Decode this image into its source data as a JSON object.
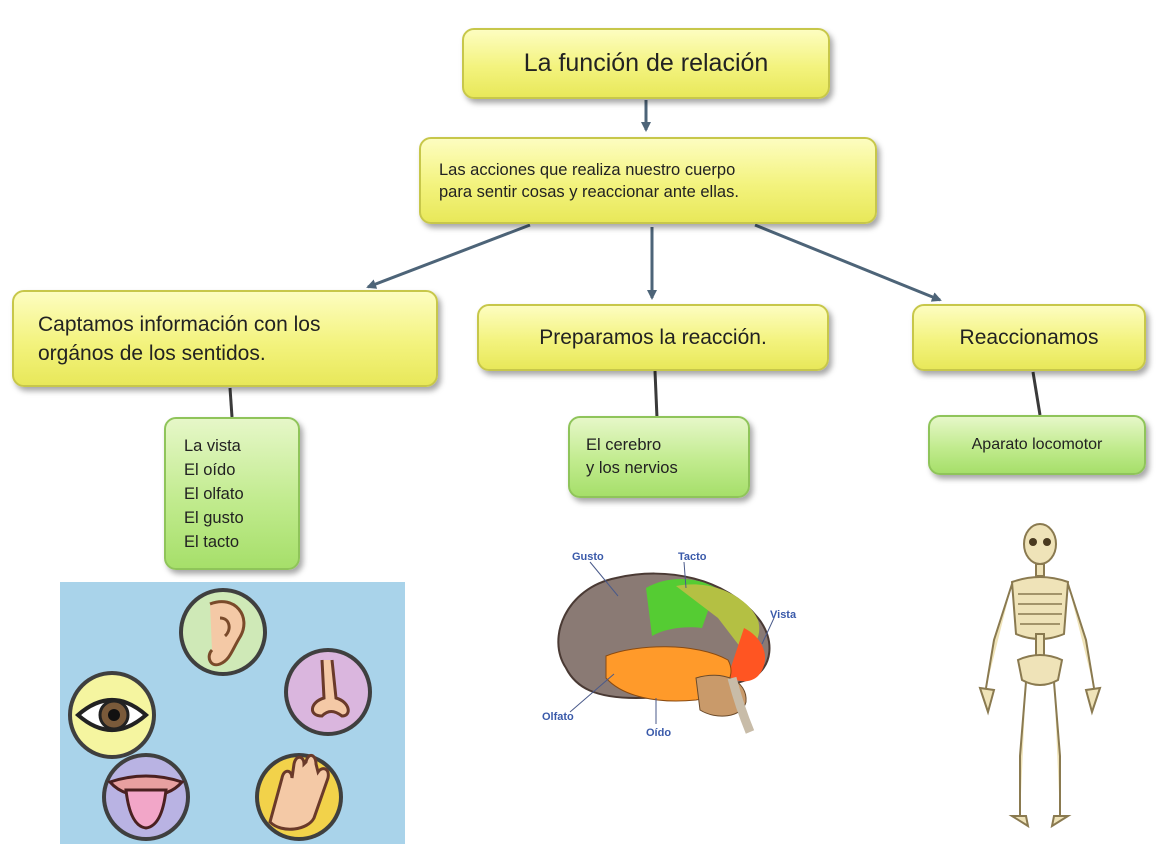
{
  "title": "La función de relación",
  "definition": "Las acciones que realiza nuestro cuerpo\npara sentir cosas y reaccionar ante ellas.",
  "branches": [
    {
      "label": "Captamos información con los\norgános de los sentidos.",
      "detail": "La vista\nEl oído\nEl olfato\nEl gusto\nEl tacto"
    },
    {
      "label": "Preparamos la reacción.",
      "detail": "El cerebro\n y los nervios"
    },
    {
      "label": "Reaccionamos",
      "detail": "Aparato locomotor"
    }
  ],
  "brain_labels": {
    "gusto": "Gusto",
    "tacto": "Tacto",
    "vista": "Vista",
    "olfato": "Olfato",
    "oido": "Oído"
  },
  "icons": [
    "eye-icon",
    "ear-icon",
    "nose-icon",
    "tongue-icon",
    "hand-icon",
    "brain-illustration",
    "skeleton-illustration"
  ],
  "colors": {
    "yellow_box": "#f3f37e",
    "green_box": "#c1eb8e",
    "arrow": "#4d6478",
    "senses_panel": "#a9d3ea"
  }
}
